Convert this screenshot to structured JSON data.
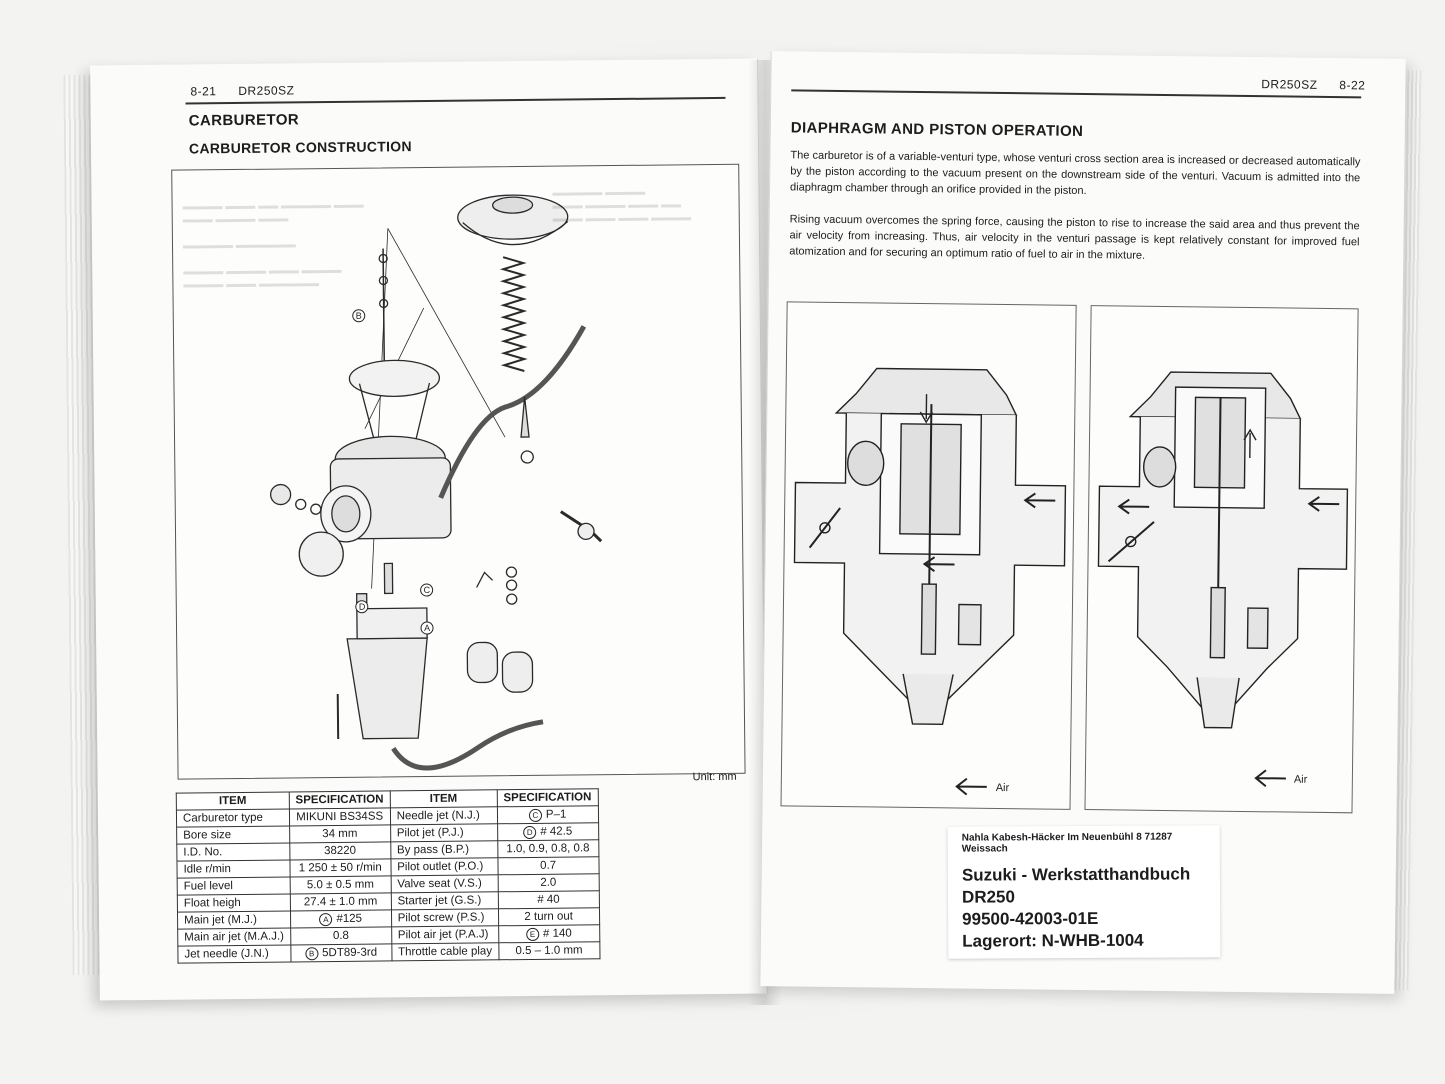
{
  "left_page": {
    "page_number": "8-21",
    "model": "DR250SZ",
    "section_title": "CARBURETOR",
    "subsection_title": "CARBURETOR CONSTRUCTION",
    "callouts": [
      "B",
      "C",
      "D",
      "A"
    ],
    "unit_label": "Unit: mm",
    "table": {
      "left_headers": [
        "ITEM",
        "SPECIFICATION"
      ],
      "right_headers": [
        "ITEM",
        "SPECIFICATION"
      ],
      "left_rows": [
        {
          "item": "Carburetor type",
          "mark": "",
          "spec": "MIKUNI BS34SS"
        },
        {
          "item": "Bore size",
          "mark": "",
          "spec": "34 mm"
        },
        {
          "item": "I.D. No.",
          "mark": "",
          "spec": "38220"
        },
        {
          "item": "Idle r/min",
          "mark": "",
          "spec": "1 250 ± 50 r/min"
        },
        {
          "item": "Fuel level",
          "mark": "",
          "spec": "5.0 ± 0.5 mm"
        },
        {
          "item": "Float heigh",
          "mark": "",
          "spec": "27.4 ± 1.0 mm"
        },
        {
          "item": "Main jet (M.J.)",
          "mark": "A",
          "spec": "#125"
        },
        {
          "item": "Main air jet (M.A.J.)",
          "mark": "",
          "spec": "0.8"
        },
        {
          "item": "Jet needle (J.N.)",
          "mark": "B",
          "spec": "5DT89-3rd"
        }
      ],
      "right_rows": [
        {
          "item": "Needle jet (N.J.)",
          "mark": "C",
          "spec": "P–1"
        },
        {
          "item": "Pilot jet (P.J.)",
          "mark": "D",
          "spec": "# 42.5"
        },
        {
          "item": "By pass (B.P.)",
          "mark": "",
          "spec": "1.0, 0.9, 0.8, 0.8"
        },
        {
          "item": "Pilot outlet (P.O.)",
          "mark": "",
          "spec": "0.7"
        },
        {
          "item": "Valve seat (V.S.)",
          "mark": "",
          "spec": "2.0"
        },
        {
          "item": "Starter jet (G.S.)",
          "mark": "",
          "spec": "# 40"
        },
        {
          "item": "Pilot screw (P.S.)",
          "mark": "",
          "spec": "2 turn out"
        },
        {
          "item": "Pilot air jet (P.A.J)",
          "mark": "E",
          "spec": "# 140"
        },
        {
          "item": "Throttle cable play",
          "mark": "",
          "spec": "0.5 – 1.0 mm"
        }
      ]
    }
  },
  "right_page": {
    "model": "DR250SZ",
    "page_number": "8-22",
    "section_title": "DIAPHRAGM AND PISTON OPERATION",
    "paragraph_1": "The carburetor is of a variable-venturi type, whose venturi cross section area is increased or decreased automatically by the piston according to the vacuum present on the downstream side of the venturi. Vacuum is admitted into the diaphragm chamber through an orifice provided in the piston.",
    "paragraph_2": "Rising vacuum overcomes the spring force, causing the piston to rise to increase the said area and thus prevent the air velocity from increasing. Thus, air velocity in the venturi passage is kept relatively constant for improved fuel atomization and for securing an optimum ratio of fuel to air in the mixture.",
    "figure_a_label": "Air",
    "figure_b_label": "Air"
  },
  "sticker": {
    "address": "Nahla Kabesh-Häcker  Im Neuenbühl 8  71287 Weissach",
    "line1": "Suzuki - Werkstatthandbuch",
    "line2": "DR250",
    "line3": "99500-42003-01E",
    "line4": "Lagerort: N-WHB-1004"
  }
}
